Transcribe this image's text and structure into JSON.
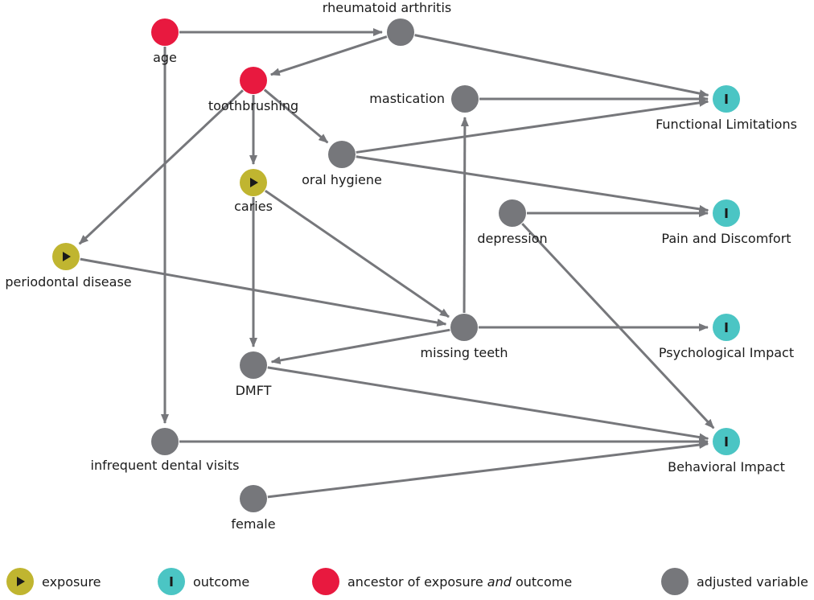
{
  "colors": {
    "exposure": "#c0b530",
    "outcome": "#4bc5c4",
    "ancestor": "#e8193f",
    "adjusted": "#76777b",
    "edge": "#76777b"
  },
  "nodes": [
    {
      "id": "age",
      "label": "age",
      "type": "ancestor"
    },
    {
      "id": "rheumatoid_arthritis",
      "label": "rheumatoid arthritis",
      "type": "adjusted"
    },
    {
      "id": "toothbrushing",
      "label": "toothbrushing",
      "type": "ancestor"
    },
    {
      "id": "mastication",
      "label": "mastication",
      "type": "adjusted"
    },
    {
      "id": "functional_limitations",
      "label": "Functional Limitations",
      "type": "outcome"
    },
    {
      "id": "oral_hygiene",
      "label": "oral hygiene",
      "type": "adjusted"
    },
    {
      "id": "caries",
      "label": "caries",
      "type": "exposure"
    },
    {
      "id": "depression",
      "label": "depression",
      "type": "adjusted"
    },
    {
      "id": "pain_and_discomfort",
      "label": "Pain and Discomfort",
      "type": "outcome"
    },
    {
      "id": "periodontal_disease",
      "label": "periodontal disease",
      "type": "exposure"
    },
    {
      "id": "missing_teeth",
      "label": "missing teeth",
      "type": "adjusted"
    },
    {
      "id": "psychological_impact",
      "label": "Psychological Impact",
      "type": "outcome"
    },
    {
      "id": "dmft",
      "label": "DMFT",
      "type": "adjusted"
    },
    {
      "id": "infrequent_dental_visits",
      "label": "infrequent dental visits",
      "type": "adjusted"
    },
    {
      "id": "behavioral_impact",
      "label": "Behavioral Impact",
      "type": "outcome"
    },
    {
      "id": "female",
      "label": "female",
      "type": "adjusted"
    }
  ],
  "edges": [
    [
      "age",
      "rheumatoid_arthritis"
    ],
    [
      "age",
      "infrequent_dental_visits"
    ],
    [
      "rheumatoid_arthritis",
      "toothbrushing"
    ],
    [
      "rheumatoid_arthritis",
      "functional_limitations"
    ],
    [
      "toothbrushing",
      "oral_hygiene"
    ],
    [
      "toothbrushing",
      "caries"
    ],
    [
      "toothbrushing",
      "periodontal_disease"
    ],
    [
      "mastication",
      "functional_limitations"
    ],
    [
      "oral_hygiene",
      "functional_limitations"
    ],
    [
      "oral_hygiene",
      "pain_and_discomfort"
    ],
    [
      "caries",
      "dmft"
    ],
    [
      "caries",
      "missing_teeth"
    ],
    [
      "depression",
      "pain_and_discomfort"
    ],
    [
      "depression",
      "behavioral_impact"
    ],
    [
      "periodontal_disease",
      "missing_teeth"
    ],
    [
      "missing_teeth",
      "mastication"
    ],
    [
      "missing_teeth",
      "dmft"
    ],
    [
      "missing_teeth",
      "psychological_impact"
    ],
    [
      "dmft",
      "behavioral_impact"
    ],
    [
      "infrequent_dental_visits",
      "behavioral_impact"
    ],
    [
      "female",
      "behavioral_impact"
    ]
  ],
  "legend": [
    {
      "type": "exposure",
      "label": "exposure"
    },
    {
      "type": "outcome",
      "label": "outcome"
    },
    {
      "type": "ancestor",
      "label_prefix": "ancestor of exposure ",
      "label_italic": "and",
      "label_suffix": " outcome"
    },
    {
      "type": "adjusted",
      "label": "adjusted variable"
    }
  ]
}
